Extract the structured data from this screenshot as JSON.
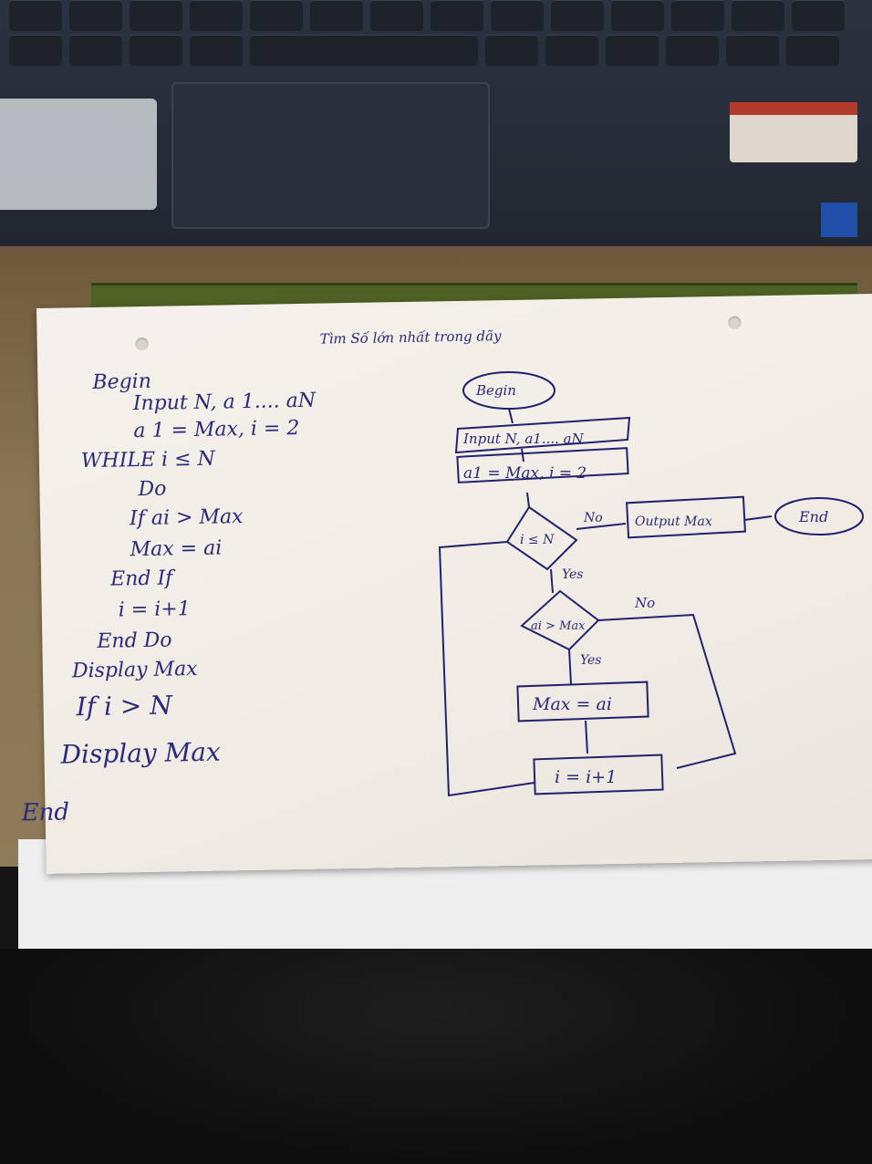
{
  "paper": {
    "title": "Tìm Số lớn nhất trong dãy",
    "pseudocode": [
      "Begin",
      "Input N, a 1.... aN",
      "a 1 = Max, i = 2",
      "WHILE i ≤ N",
      "Do",
      "If ai > Max",
      "Max = ai",
      "End If",
      "i = i+1",
      "End Do",
      "Display Max",
      "If i > N",
      "Display Max",
      "End"
    ]
  },
  "flowchart": {
    "begin": "Begin",
    "input": "Input N, a1.... aN",
    "init": "a1 = Max, i = 2",
    "cond1": "i ≤ N",
    "no1": "No",
    "output": "Output Max",
    "end": "End",
    "yes1": "Yes",
    "cond2": "ai > Max",
    "no2": "No",
    "yes2": "Yes",
    "assign": "Max = ai",
    "inc": "i = i+1"
  },
  "colors": {
    "ink": "#2b2a7a",
    "paper": "#f1ede6",
    "laptop": "#262c37",
    "folder": "#4f6124"
  }
}
